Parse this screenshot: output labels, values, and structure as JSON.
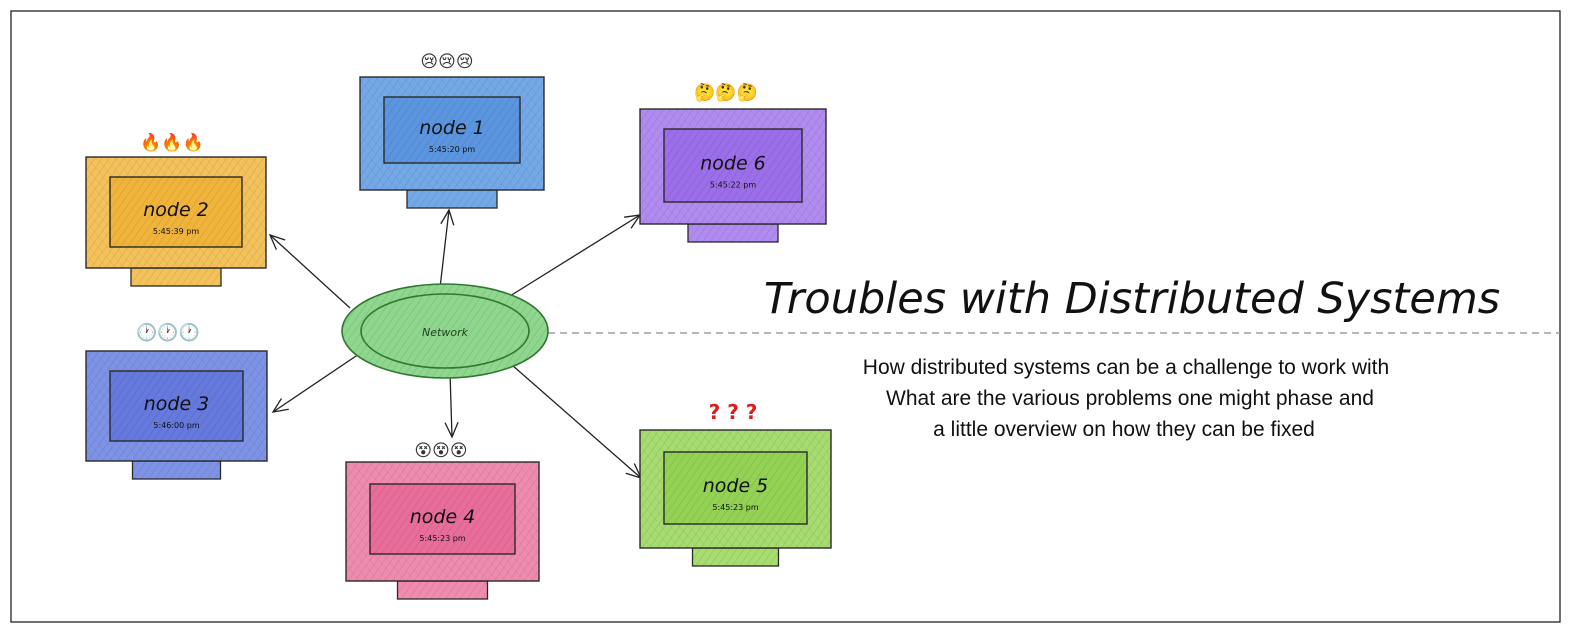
{
  "title": "Troubles with Distributed Systems",
  "subtitle_lines": [
    "How distributed systems can be a challenge to work with",
    "What are the various problems one might phase and",
    "a little overview on how they can be fixed"
  ],
  "network": {
    "label": "Network",
    "fill": "#8fd68f",
    "stroke": "#2f7a2f"
  },
  "nodes": [
    {
      "id": "node1",
      "label": "node 1",
      "time": "5:45:20 pm",
      "status": "😢😢😢",
      "status_icon": "crying-face-icon",
      "color": "#74a9e8",
      "inner": "#5b95df"
    },
    {
      "id": "node2",
      "label": "node 2",
      "time": "5:45:39 pm",
      "status": "🔥🔥🔥",
      "status_icon": "fire-icon",
      "color": "#f4c25b",
      "inner": "#f0b43a"
    },
    {
      "id": "node3",
      "label": "node 3",
      "time": "5:46:00 pm",
      "status": "🕐🕐🕐",
      "status_icon": "clock-icon",
      "color": "#7f93e6",
      "inner": "#6679dd"
    },
    {
      "id": "node4",
      "label": "node 4",
      "time": "5:45:23 pm",
      "status": "😵😵😵",
      "status_icon": "dizzy-face-icon",
      "color": "#f08bb0",
      "inner": "#e86d9b"
    },
    {
      "id": "node5",
      "label": "node 5",
      "time": "5:45:23 pm",
      "status": "? ? ?",
      "status_icon": "question-mark-icon",
      "color": "#a7dc70",
      "inner": "#93d255"
    },
    {
      "id": "node6",
      "label": "node 6",
      "time": "5:45:22 pm",
      "status": "🤔🤔🤔",
      "status_icon": "thinking-face-icon",
      "color": "#b18cf0",
      "inner": "#9c6ee9"
    }
  ]
}
